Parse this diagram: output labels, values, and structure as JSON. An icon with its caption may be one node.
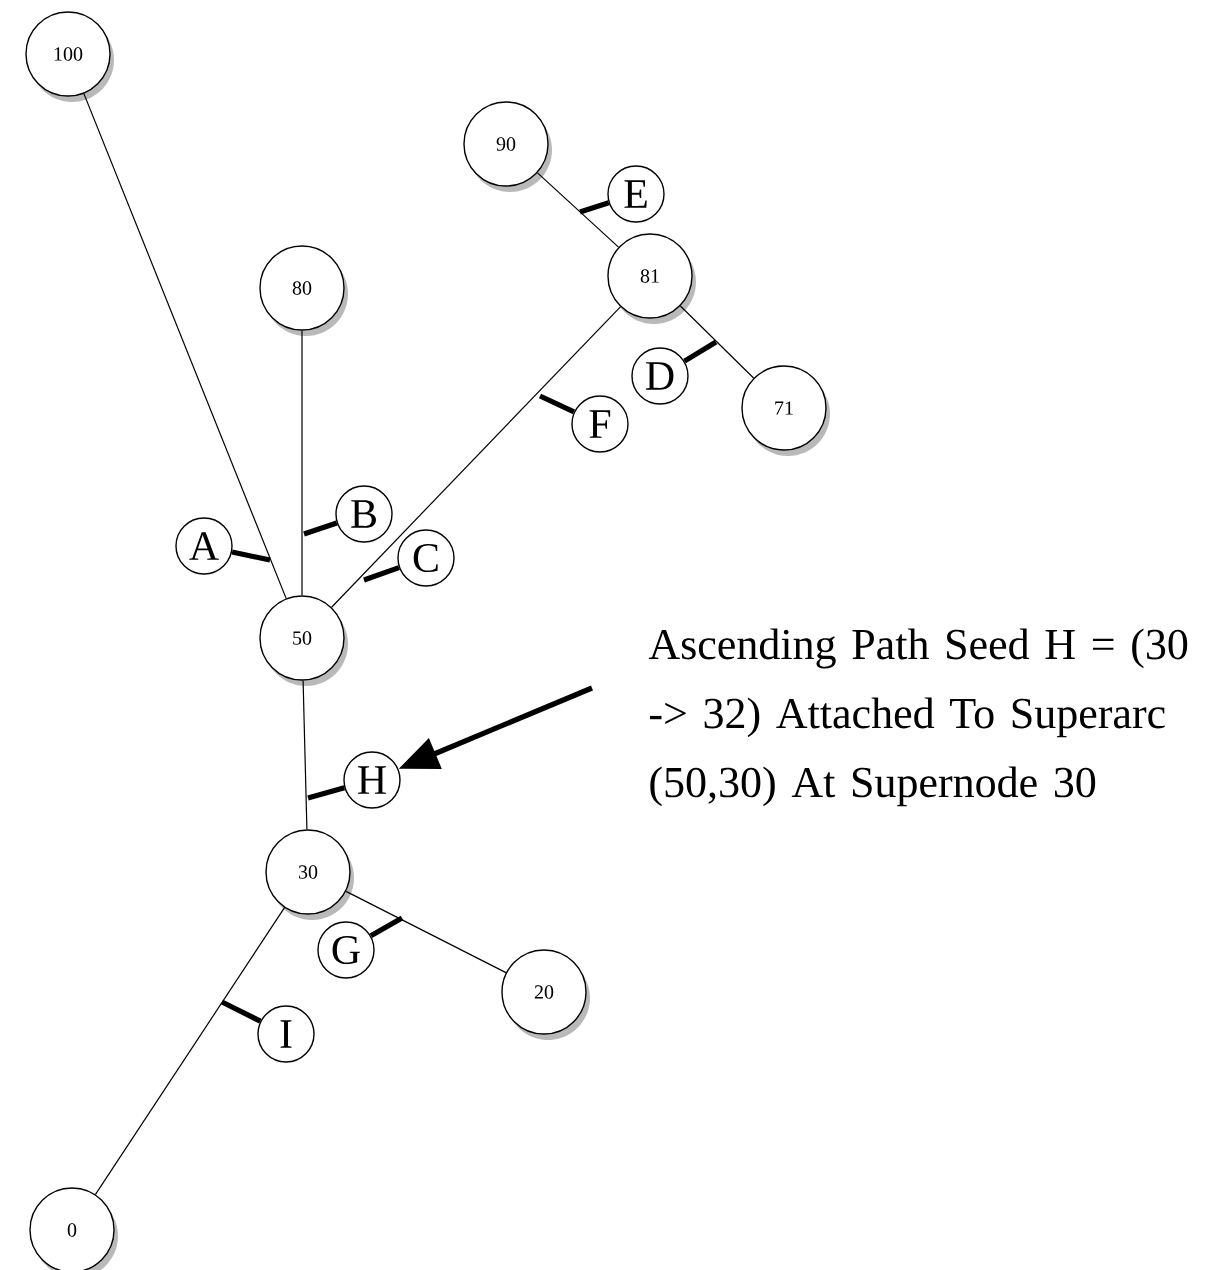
{
  "diagram": {
    "nodes": [
      {
        "text": [
          "100"
        ]
      },
      {
        "text": [
          "90"
        ]
      },
      {
        "text": [
          "E"
        ]
      },
      {
        "text": [
          "81"
        ]
      },
      {
        "text": [
          "80"
        ]
      },
      {
        "text": [
          "D"
        ]
      },
      {
        "text": [
          "71"
        ]
      },
      {
        "text": [
          "F"
        ]
      },
      {
        "text": [
          "B"
        ]
      },
      {
        "text": [
          "A"
        ]
      },
      {
        "text": [
          "C"
        ]
      },
      {
        "text": [
          "50"
        ]
      },
      {
        "text": [
          "Ascending Path Seed H = (30 -> 32) Attached To Superarc (50,30) At Supernode 30"
        ]
      },
      {
        "text": [
          "H"
        ]
      },
      {
        "text": [
          "30"
        ]
      },
      {
        "text": [
          "G"
        ]
      },
      {
        "text": [
          "20"
        ]
      },
      {
        "text": [
          "I"
        ]
      },
      {
        "text": [
          "0"
        ]
      }
    ],
    "edges": [
      {
        "from": 0,
        "to": 11,
        "arrow": "none"
      },
      {
        "from": 4,
        "to": 11,
        "arrow": "none"
      },
      {
        "from": 1,
        "to": 3,
        "arrow": "none"
      },
      {
        "from": 3,
        "to": 6,
        "arrow": "none"
      },
      {
        "from": 3,
        "to": 11,
        "arrow": "none"
      },
      {
        "from": 11,
        "to": 14,
        "arrow": "none"
      },
      {
        "from": 14,
        "to": 16,
        "arrow": "none"
      },
      {
        "from": 14,
        "to": 18,
        "arrow": "none"
      },
      {
        "from": 9,
        "to": null,
        "arrow": "none"
      },
      {
        "from": 8,
        "to": null,
        "arrow": "none"
      },
      {
        "from": 10,
        "to": null,
        "arrow": "none"
      },
      {
        "from": 5,
        "to": null,
        "arrow": "none"
      },
      {
        "from": 2,
        "to": null,
        "arrow": "none"
      },
      {
        "from": 7,
        "to": null,
        "arrow": "none"
      },
      {
        "from": 13,
        "to": null,
        "arrow": "none"
      },
      {
        "from": 15,
        "to": null,
        "arrow": "none"
      },
      {
        "from": 17,
        "to": null,
        "arrow": "none"
      },
      {
        "from": 12,
        "to": 13,
        "arrow": "to"
      }
    ]
  }
}
